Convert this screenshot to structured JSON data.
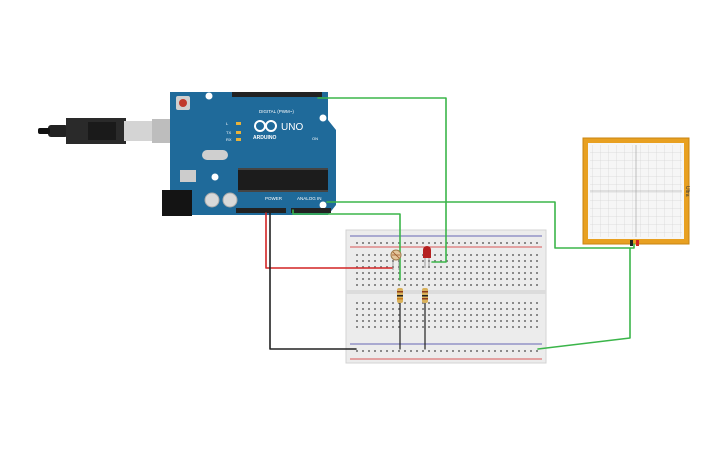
{
  "arduino": {
    "brand": "ARDUINO",
    "model": "UNO",
    "digital_header": "DIGITAL (PWM~)",
    "power_header": "POWER",
    "analog_header": "ANALOG IN",
    "tx": "TX",
    "rx": "RX",
    "on_label": "ON",
    "l_label": "L"
  },
  "multimeter": {
    "display_label": "Ultra"
  },
  "colors": {
    "board": "#1f6a9a",
    "wire_green": "#3bb54a",
    "wire_red": "#d22424",
    "wire_black": "#222222",
    "breadboard": "#ededed",
    "meter_frame": "#e8a021"
  }
}
